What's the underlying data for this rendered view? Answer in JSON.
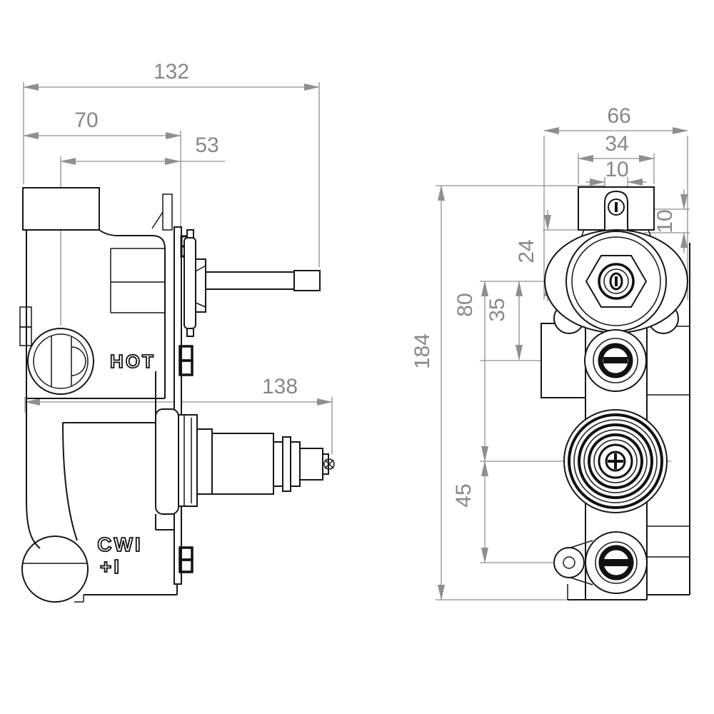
{
  "drawing": {
    "type": "technical-dimension-drawing",
    "subject": "concealed thermostatic shower valve, side view and front view",
    "colors": {
      "background": "#ffffff",
      "outline": "#161616",
      "dimension": "#8f8f8f"
    },
    "side_view": {
      "dims": {
        "overall_length": "132",
        "body_to_plate": "70",
        "inlet_to_plate": "53",
        "cartridge_length": "138"
      },
      "markings": {
        "hot": "HOT",
        "cold_line1": "CWI",
        "cold_line2": "+I"
      }
    },
    "front_view": {
      "dims": {
        "overall_width": "66",
        "plate_width": "34",
        "tab_width": "10",
        "screw_to_edge": "10",
        "plate_to_knob": "24",
        "knob_to_mid_port": "35",
        "knob_to_thermo": "80",
        "thermo_to_bottom": "45",
        "overall_height": "184"
      }
    }
  }
}
